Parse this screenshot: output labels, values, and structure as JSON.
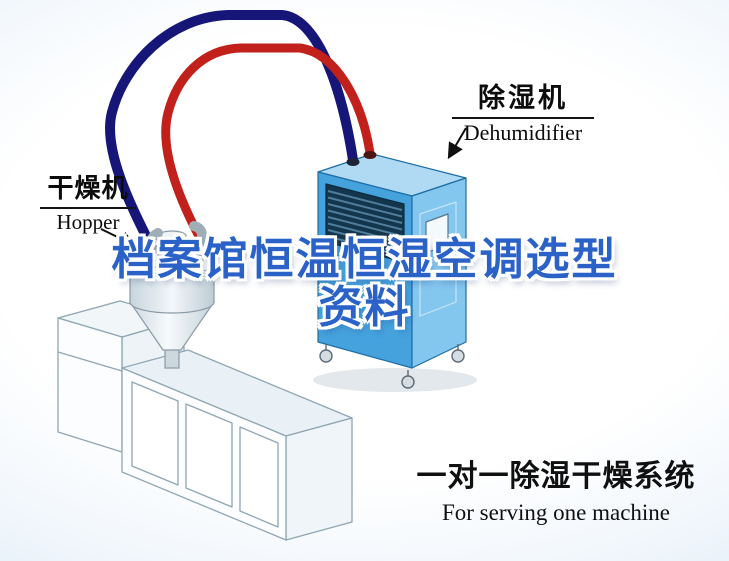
{
  "title": {
    "line1": "档案馆恒温恒湿空调选型",
    "line2": "资料"
  },
  "labels": {
    "dryer": {
      "cn": "干燥机",
      "en": "Hopper"
    },
    "dehumidifier": {
      "cn": "除湿机",
      "en": "Dehumidifier"
    }
  },
  "caption": {
    "cn": "一对一除湿干燥系统",
    "en": "For serving one machine"
  },
  "colors": {
    "pipe_red": "#c2201a",
    "pipe_navy": "#161678",
    "cabinet_front": "#45a2dd",
    "cabinet_side": "#83c6ee",
    "cabinet_top": "#b0daf4",
    "vent_dark": "#14364d",
    "title_blue": "#2a62c8",
    "machine_outline": "#8fa6b2",
    "arrow_black": "#101010"
  }
}
